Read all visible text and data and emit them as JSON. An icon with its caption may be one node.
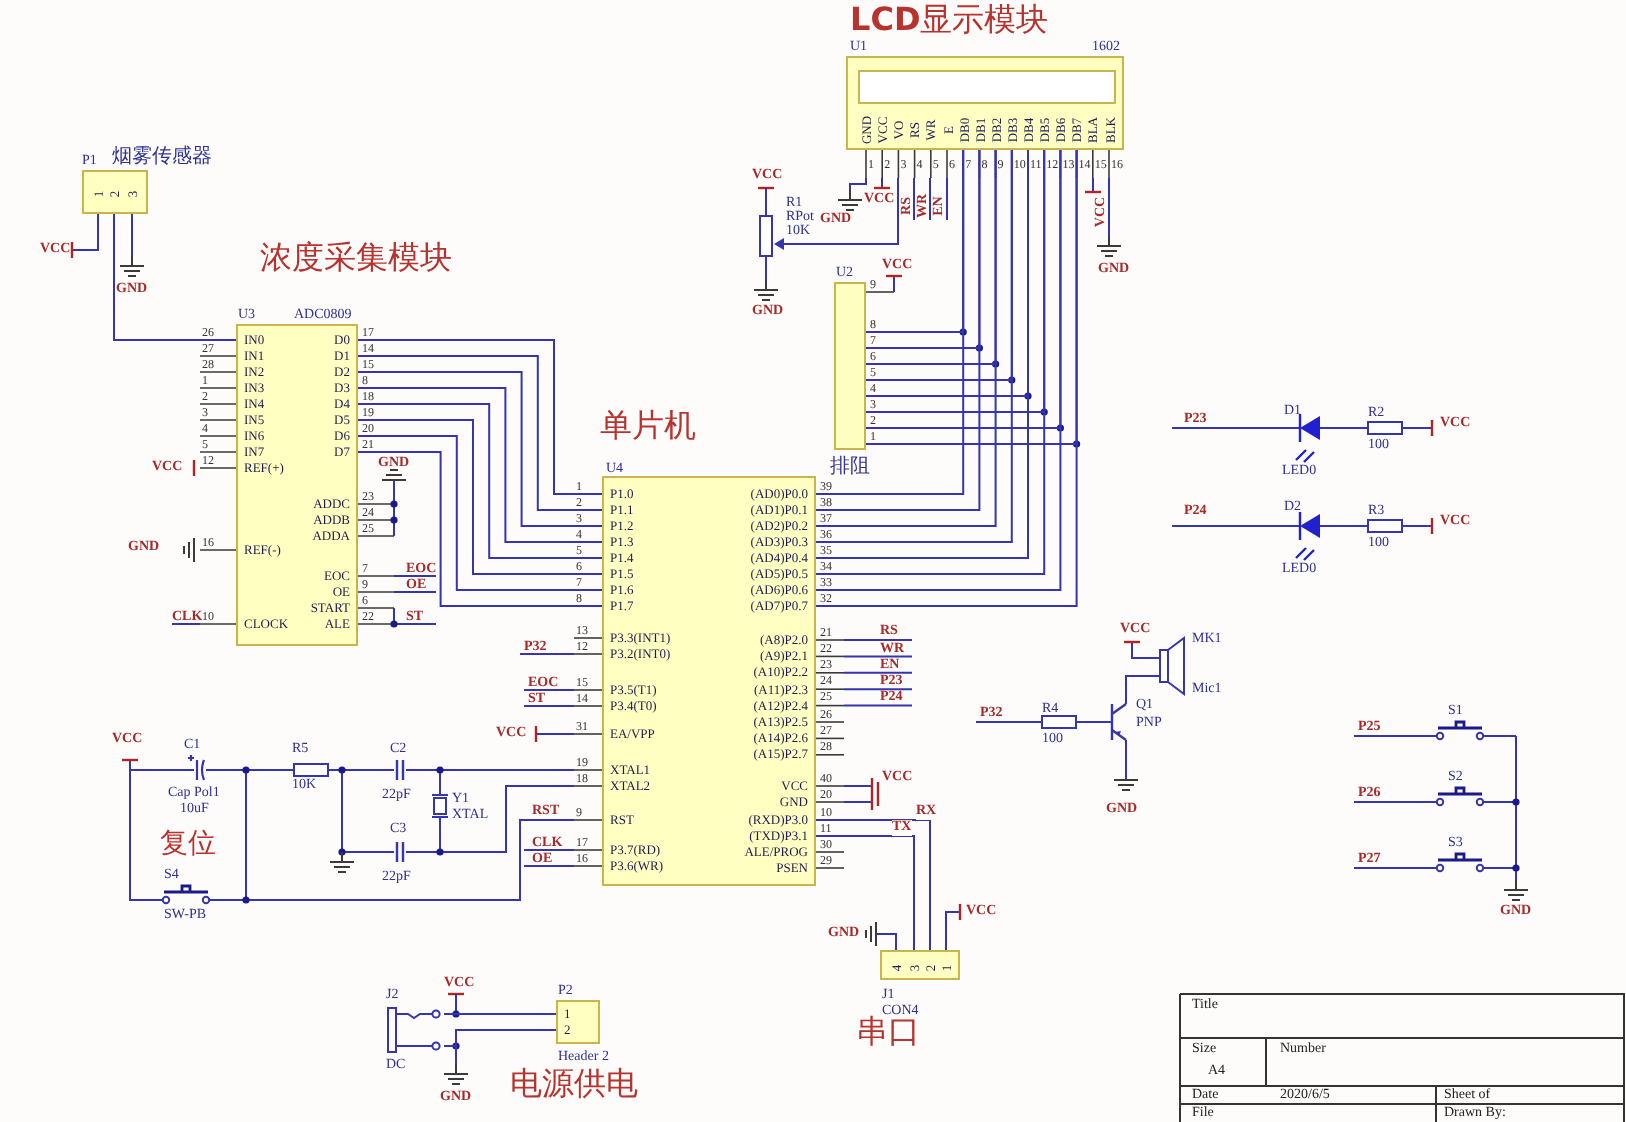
{
  "diagram": {
    "nodes": [
      {
        "text": [
          "P1",
          "烟雾传感器",
          "1",
          "2",
          "3"
        ],
        "beside": [
          "VCC",
          "GND"
        ]
      },
      {
        "text": [
          "U3",
          "ADC0809",
          "IN0",
          "IN1",
          "IN2",
          "IN3",
          "IN4",
          "IN5",
          "IN6",
          "IN7",
          "REF(+)",
          "REF(-)",
          "CLOCK",
          "D0",
          "D1",
          "D2",
          "D3",
          "D4",
          "D5",
          "D6",
          "D7",
          "ADDC",
          "ADDB",
          "ADDA",
          "EOC",
          "OE",
          "START",
          "ALE"
        ],
        "beside": [
          "26",
          "27",
          "28",
          "1",
          "2",
          "3",
          "4",
          "5",
          "12",
          "16",
          "10",
          "17",
          "14",
          "15",
          "8",
          "18",
          "19",
          "20",
          "21",
          "23",
          "24",
          "25",
          "7",
          "9",
          "6",
          "22",
          "VCC",
          "GND",
          "CLK",
          "GND",
          "EOC",
          "OE",
          "ST"
        ]
      },
      {
        "text": [
          "U1",
          "1602",
          "GND",
          "VCC",
          "VO",
          "RS",
          "WR",
          "E",
          "DB0",
          "DB1",
          "DB2",
          "DB3",
          "DB4",
          "DB5",
          "DB6",
          "DB7",
          "BLA",
          "BLK"
        ],
        "beside": [
          "1",
          "2",
          "3",
          "4",
          "5",
          "6",
          "7",
          "8",
          "9",
          "10",
          "11",
          "12",
          "13",
          "14",
          "15",
          "16",
          "GND",
          "VCC",
          "RS",
          "WR",
          "EN",
          "VCC",
          "GND"
        ]
      },
      {
        "text": [
          "U2",
          "排阻"
        ],
        "beside": [
          "9",
          "8",
          "7",
          "6",
          "5",
          "4",
          "3",
          "2",
          "1",
          "VCC"
        ]
      },
      {
        "text": [
          "U4",
          "P1.0",
          "P1.1",
          "P1.2",
          "P1.3",
          "P1.4",
          "P1.5",
          "P1.6",
          "P1.7",
          "P3.3(INT1)",
          "P3.2(INT0)",
          "P3.5(T1)",
          "P3.4(T0)",
          "EA/VPP",
          "XTAL1",
          "XTAL2",
          "RST",
          "P3.7(RD)",
          "P3.6(WR)",
          "(AD0)P0.0",
          "(AD1)P0.1",
          "(AD2)P0.2",
          "(AD3)P0.3",
          "(AD4)P0.4",
          "(AD5)P0.5",
          "(AD6)P0.6",
          "(AD7)P0.7",
          "(A8)P2.0",
          "(A9)P2.1",
          "(A10)P2.2",
          "(A11)P2.3",
          "(A12)P2.4",
          "(A13)P2.5",
          "(A14)P2.6",
          "(A15)P2.7",
          "VCC",
          "GND",
          "(RXD)P3.0",
          "(TXD)P3.1",
          "ALE/PROG",
          "PSEN"
        ],
        "beside": [
          "1",
          "2",
          "3",
          "4",
          "5",
          "6",
          "7",
          "8",
          "13",
          "12",
          "15",
          "14",
          "31",
          "19",
          "18",
          "9",
          "17",
          "16",
          "39",
          "38",
          "37",
          "36",
          "35",
          "34",
          "33",
          "32",
          "21",
          "22",
          "23",
          "24",
          "25",
          "26",
          "27",
          "28",
          "40",
          "20",
          "10",
          "11",
          "30",
          "29",
          "P32",
          "RS",
          "WR",
          "EN",
          "P23",
          "P24",
          "EOC",
          "ST",
          "VCC",
          "RST",
          "CLK",
          "OE",
          "VCC"
        ]
      },
      {
        "text": [
          "J1",
          "CON4",
          "4",
          "3",
          "2",
          "1"
        ],
        "beside": [
          "GND",
          "VCC"
        ]
      },
      {
        "text": [
          "J2",
          "DC"
        ]
      },
      {
        "text": [
          "P2",
          "Header 2",
          "1",
          "2"
        ]
      },
      {
        "text": [],
        "shape": "box",
        "in": 2
      }
    ],
    "edges": [
      {
        "from": 0,
        "to": 1,
        "arrow": "none"
      },
      {
        "from": 1,
        "to": 4,
        "arrow": "none"
      },
      {
        "from": 1,
        "to": 4,
        "arrow": "none"
      },
      {
        "from": 1,
        "to": 4,
        "arrow": "none"
      },
      {
        "from": 1,
        "to": 4,
        "arrow": "none"
      },
      {
        "from": 1,
        "to": 4,
        "arrow": "none"
      },
      {
        "from": 1,
        "to": 4,
        "arrow": "none"
      },
      {
        "from": 1,
        "to": 4,
        "arrow": "none"
      },
      {
        "from": 1,
        "to": 4,
        "arrow": "none"
      },
      {
        "from": 4,
        "to": 2,
        "arrow": "none"
      },
      {
        "from": 4,
        "to": 2,
        "arrow": "none"
      },
      {
        "from": 4,
        "to": 2,
        "arrow": "none"
      },
      {
        "from": 4,
        "to": 2,
        "arrow": "none"
      },
      {
        "from": 4,
        "to": 2,
        "arrow": "none"
      },
      {
        "from": 4,
        "to": 2,
        "arrow": "none"
      },
      {
        "from": 4,
        "to": 2,
        "arrow": "none"
      },
      {
        "from": 4,
        "to": 2,
        "arrow": "none"
      },
      {
        "from": 3,
        "to": 2,
        "arrow": "none"
      },
      {
        "from": 3,
        "to": 2,
        "arrow": "none"
      },
      {
        "from": 3,
        "to": 2,
        "arrow": "none"
      },
      {
        "from": 3,
        "to": 2,
        "arrow": "none"
      },
      {
        "from": 3,
        "to": 2,
        "arrow": "none"
      },
      {
        "from": 3,
        "to": 2,
        "arrow": "none"
      },
      {
        "from": 3,
        "to": 2,
        "arrow": "none"
      },
      {
        "from": 3,
        "to": 2,
        "arrow": "none"
      },
      {
        "from": 4,
        "to": 5,
        "label": "RX",
        "arrow": "none"
      },
      {
        "from": 4,
        "to": 5,
        "label": "TX",
        "arrow": "none"
      },
      {
        "from": 6,
        "to": 7,
        "arrow": "none"
      },
      {
        "from": 6,
        "to": 7,
        "arrow": "none"
      }
    ],
    "labels": [
      "**LCD**显示模块",
      "VCC",
      "R1",
      "RPot",
      "10K",
      "浓度采集模块",
      "GND",
      "单片机",
      "P23",
      "D1",
      "R2",
      "VCC",
      "100",
      "LED0",
      "P24",
      "D2",
      "R3",
      "VCC",
      "100",
      "LED0",
      "VCC",
      "MK1",
      "Mic1",
      "P32",
      "R4",
      "Q1",
      "S1",
      "PNP",
      "P25",
      "VCC",
      "100",
      "C1",
      "R5",
      "C2",
      "S2",
      "10K",
      "Cap Pol1",
      "22pF",
      "P26",
      "Y1",
      "10uF",
      "GND",
      "XTAL",
      "C3",
      "复位",
      "S3",
      "P27",
      "S4",
      "22pF",
      "SW-PB",
      "GND",
      "VCC",
      "串口",
      "Title",
      "Size",
      "Number",
      "电源供电",
      "A4",
      "GND",
      "Date",
      "2020/6/5",
      "Sheet of",
      "File",
      "Drawn By:"
    ]
  }
}
